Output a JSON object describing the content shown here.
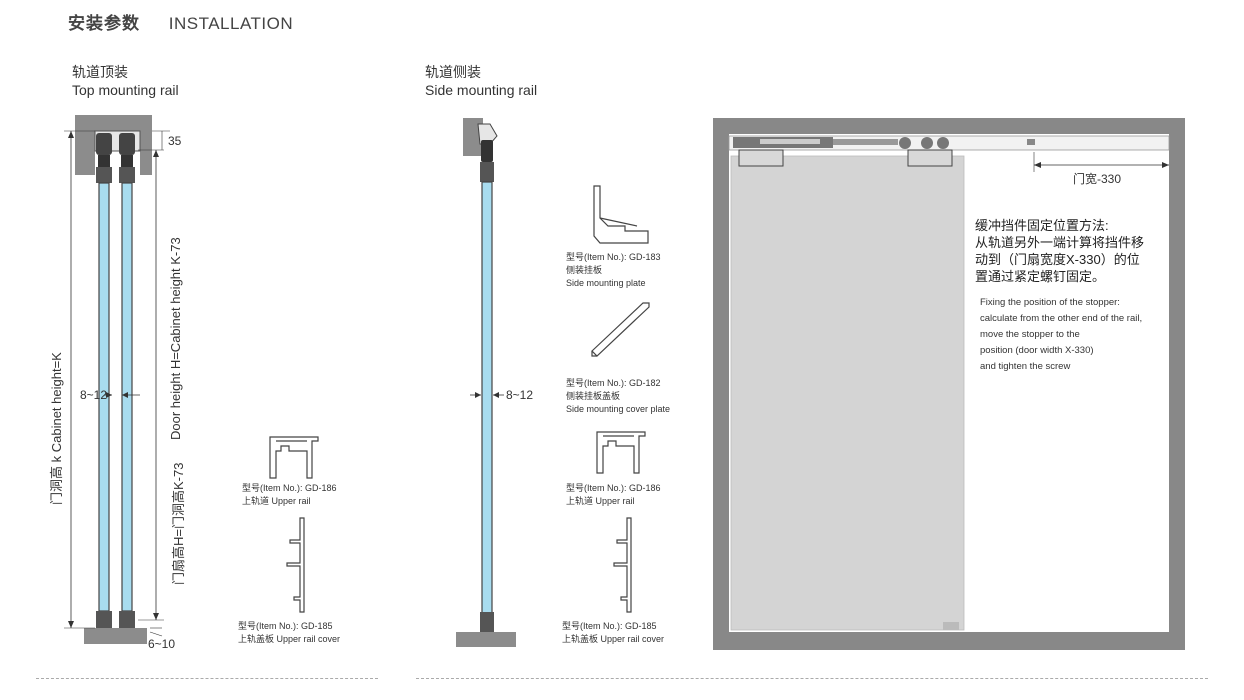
{
  "header": {
    "title_cn": "安装参数",
    "title_en": "INSTALLATION"
  },
  "top_mount": {
    "label_cn": "轨道顶装",
    "label_en": "Top mounting rail",
    "dim_top": "35",
    "dim_bottom": "6~10",
    "dim_glass": "8~12",
    "cabinet_label": "门洞高 k   Cabinet height=K",
    "door_label_cn": "门扇高H=门洞高K-73",
    "door_label_en": "Door height H=Cabinet height K-73"
  },
  "side_mount": {
    "label_cn": "轨道侧装",
    "label_en": "Side mounting rail",
    "dim_glass": "8~12"
  },
  "parts_top": [
    {
      "item": "型号(Item No.): GD-186",
      "name": "上轨道 Upper rail"
    },
    {
      "item": "型号(Item No.): GD-185",
      "name": "上轨盖板 Upper rail cover"
    }
  ],
  "parts_side": [
    {
      "item": "型号(Item No.): GD-183",
      "name_cn": "侧装挂板",
      "name_en": "Side mounting plate"
    },
    {
      "item": "型号(Item No.): GD-182",
      "name_cn": "侧装挂板盖板",
      "name_en": "Side mounting cover plate"
    },
    {
      "item": "型号(Item No.): GD-186",
      "name": "上轨道 Upper rail"
    },
    {
      "item": "型号(Item No.): GD-185",
      "name": "上轨盖板 Upper rail cover"
    }
  ],
  "front_view": {
    "dim_label": "门宽-330",
    "note_cn": [
      "缓冲挡件固定位置方法:",
      "从轨道另外一端计算将挡件移",
      "动到（门扇宽度X-330）的位",
      "置通过紧定螺钉固定。"
    ],
    "note_en": [
      "Fixing the position of the stopper:",
      "calculate from the other end of the rail,",
      "move the stopper to the",
      "position (door width X-330)",
      "and tighten the screw"
    ]
  },
  "colors": {
    "glass": "#a8dcef",
    "frame": "#888888",
    "door": "#d4d4d4",
    "rail": "#bbbbbb"
  }
}
